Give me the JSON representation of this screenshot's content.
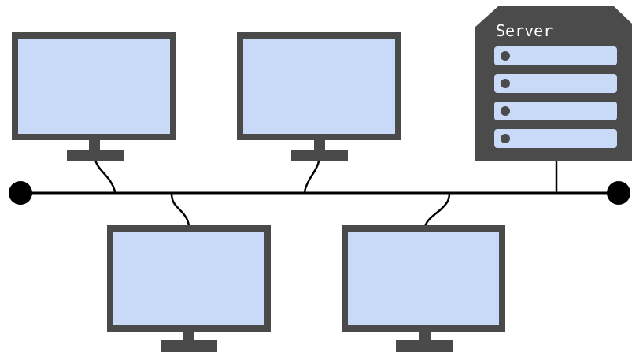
{
  "diagram": {
    "type": "bus-network-topology",
    "server": {
      "label": "Server",
      "icon": "server-icon",
      "drive_bays": 4
    },
    "workstations": [
      {
        "name": "workstation-top-left",
        "icon": "monitor-icon"
      },
      {
        "name": "workstation-top-middle",
        "icon": "monitor-icon"
      },
      {
        "name": "workstation-bottom-left",
        "icon": "monitor-icon"
      },
      {
        "name": "workstation-bottom-right",
        "icon": "monitor-icon"
      }
    ],
    "terminators": [
      "bus-terminator-left",
      "bus-terminator-right"
    ],
    "colors": {
      "screen_fill": "#c9daf8",
      "frame": "#4a4a4a",
      "server_body": "#4b4b4b",
      "bay_fill": "#c9daf8",
      "bay_led": "#4b4b4b",
      "server_label": "#ffffff",
      "bus_line": "#000000",
      "background": "#ffffff"
    }
  }
}
